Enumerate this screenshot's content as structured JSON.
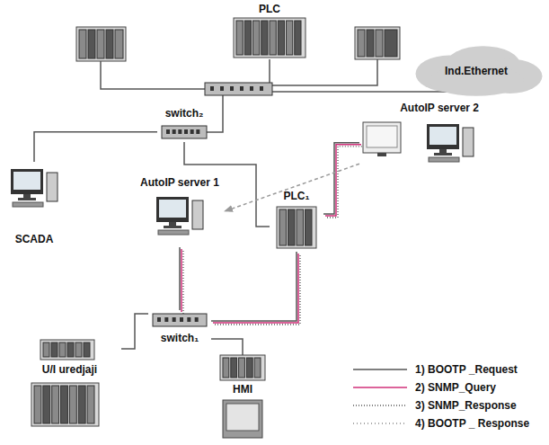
{
  "diagram": {
    "nodes": [
      {
        "text": [
          "PLC"
        ]
      },
      {
        "text": [
          "Ind.Ethernet"
        ]
      },
      {
        "text": [
          "switch₂"
        ]
      },
      {
        "text": [
          "AutoIP server 2"
        ]
      },
      {
        "text": [
          "SCADA"
        ]
      },
      {
        "text": [
          "AutoIP server 1"
        ]
      },
      {
        "text": [
          "PLC₁"
        ]
      },
      {
        "text": [
          "switch₁"
        ]
      },
      {
        "text": [
          "U/I uredjaji"
        ]
      },
      {
        "text": [
          "HMI"
        ]
      }
    ],
    "edges": [
      {
        "from": 5,
        "to": 7,
        "arrow": "none"
      },
      {
        "from": 7,
        "to": 6,
        "arrow": "none"
      },
      {
        "from": 6,
        "to": 3,
        "arrow": "none"
      },
      {
        "from": 2,
        "to": 6,
        "arrow": "none"
      },
      {
        "from": 2,
        "to": 4,
        "arrow": "none"
      },
      {
        "from": 3,
        "to": 5,
        "arrow": "to"
      },
      {
        "from": 7,
        "to": 8,
        "arrow": "none"
      },
      {
        "from": 7,
        "to": 9,
        "arrow": "none"
      }
    ],
    "legend": [
      {
        "text": "1) BOOTP _Request"
      },
      {
        "text": "2) SNMP_Query"
      },
      {
        "text": "3) SNMP_Response"
      },
      {
        "text": "4) BOOTP _ Response"
      }
    ]
  }
}
